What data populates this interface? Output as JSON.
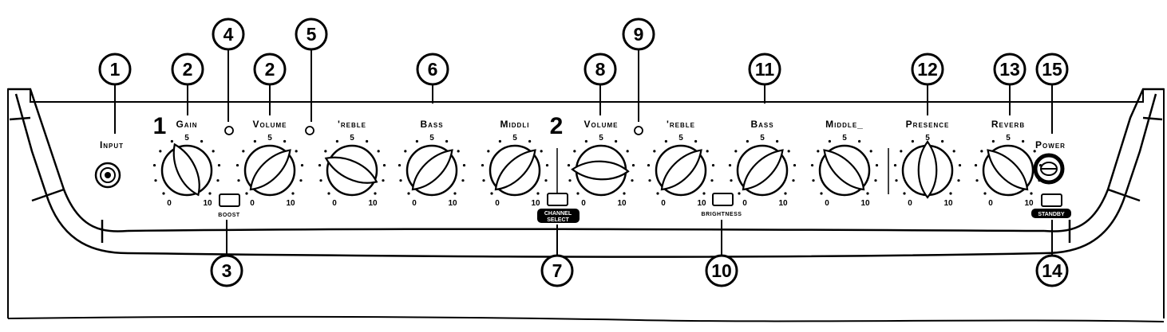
{
  "panel": {
    "channel_1_marker": "1",
    "channel_2_marker": "2",
    "input_label": "Input",
    "power_label": "Power",
    "boost_label": "BOOST",
    "brightness_label": "BRIGHTNESS",
    "channel_select_line1": "CHANNEL",
    "channel_select_line2": "SELECT",
    "standby_label": "STANDBY",
    "scale": {
      "min": "0",
      "mid": "5",
      "max": "10"
    }
  },
  "knobs": [
    {
      "label": "Gain"
    },
    {
      "label": "Volume"
    },
    {
      "label": "'reble"
    },
    {
      "label": "Bass"
    },
    {
      "label": "Middli"
    },
    {
      "label": "Volume"
    },
    {
      "label": "'reble"
    },
    {
      "label": "Bass"
    },
    {
      "label": "Middle_"
    },
    {
      "label": "Presence"
    },
    {
      "label": "Reverb"
    }
  ],
  "callouts": [
    "1",
    "2",
    "2",
    "3",
    "4",
    "5",
    "6",
    "7",
    "8",
    "9",
    "10",
    "11",
    "12",
    "13",
    "14",
    "15"
  ]
}
